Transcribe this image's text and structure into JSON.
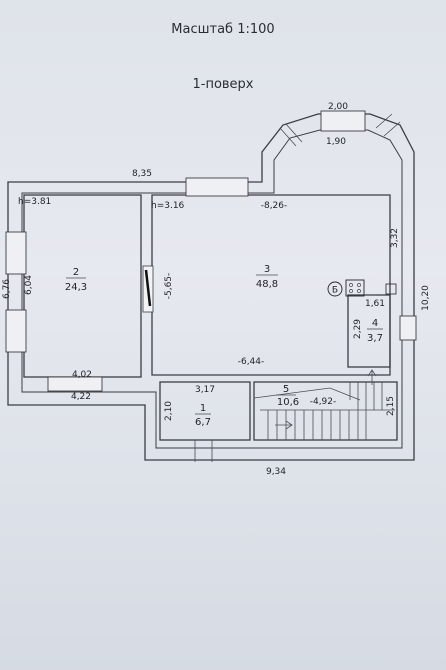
{
  "header": {
    "title": "Масштаб 1:100",
    "subtitle": "1-поверх"
  },
  "rooms": [
    {
      "number": "2",
      "area": "24,3"
    },
    {
      "number": "3",
      "area": "48,8"
    },
    {
      "number": "4",
      "area": "3,7"
    },
    {
      "number": "5",
      "area": "10,6"
    },
    {
      "number": "1",
      "area": "6,7"
    }
  ],
  "dimensions": {
    "top_bay_outer": "2,00",
    "top_bay_inner": "1,90",
    "top_overall": "8,35",
    "left_outer": "6,76",
    "left_inner": "6,04",
    "room2_height": "h=3.81",
    "room3_height": "h=3.16",
    "room3_top": "-8,26-",
    "room3_partition": "-5,65-",
    "right_inner": "3,32",
    "right_outer": "10,20",
    "room4_top": "1,61",
    "room4_side": "2,29",
    "room3_bottom": "-6,44-",
    "room2_bottom_inner": "4,02",
    "room2_bottom_outer": "4,22",
    "room1_top": "3,17",
    "room1_side": "2,10",
    "room5_top": "-4,92-",
    "room5_side": "2,15",
    "bottom_overall": "9,34"
  },
  "symbol": {
    "boiler_letter": "Б"
  }
}
